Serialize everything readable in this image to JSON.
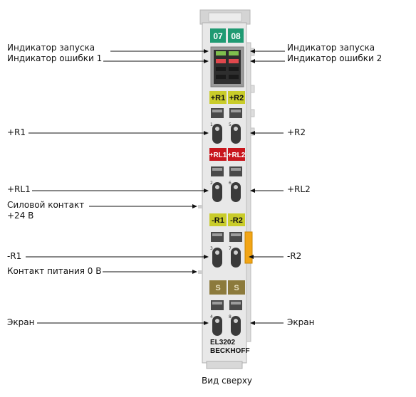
{
  "module": {
    "channels": {
      "left": "07",
      "right": "08"
    },
    "tags": {
      "r_pos": [
        "+R1",
        "+R2"
      ],
      "rl_pos": [
        "+RL1",
        "+RL2"
      ],
      "r_neg": [
        "-R1",
        "-R2"
      ],
      "shield": [
        "S",
        "S"
      ]
    },
    "model": "EL3202",
    "brand": "BECKHOFF",
    "numbers": [
      "1",
      "5",
      "2",
      "6",
      "3",
      "7",
      "4",
      "8"
    ]
  },
  "labels": {
    "left": {
      "run_led": "Индикатор запуска",
      "error_led_1": "Индикатор ошибки 1",
      "r1_pos": "+R1",
      "rl1_pos": "+RL1",
      "power_contact_line1": "Силовой контакт",
      "power_contact_line2": "+24 В",
      "r1_neg": "-R1",
      "power_contact_0v": "Контакт питания 0 В",
      "shield": "Экран"
    },
    "right": {
      "run_led": "Индикатор запуска",
      "error_led_2": "Индикатор ошибки 2",
      "r2_pos": "+R2",
      "rl2_pos": "+RL2",
      "r2_neg": "-R2",
      "shield": "Экран"
    },
    "caption": "Вид сверху"
  },
  "colors": {
    "channel_green": "#1f9a72",
    "tag_yellow": "#c9cc2a",
    "tag_red": "#c8161d",
    "tag_brown": "#8c7a3c",
    "side_orange": "#f2a516",
    "housing": "#e8e8e8",
    "led_green": "#7fbf4d",
    "led_red": "#e0484d"
  }
}
